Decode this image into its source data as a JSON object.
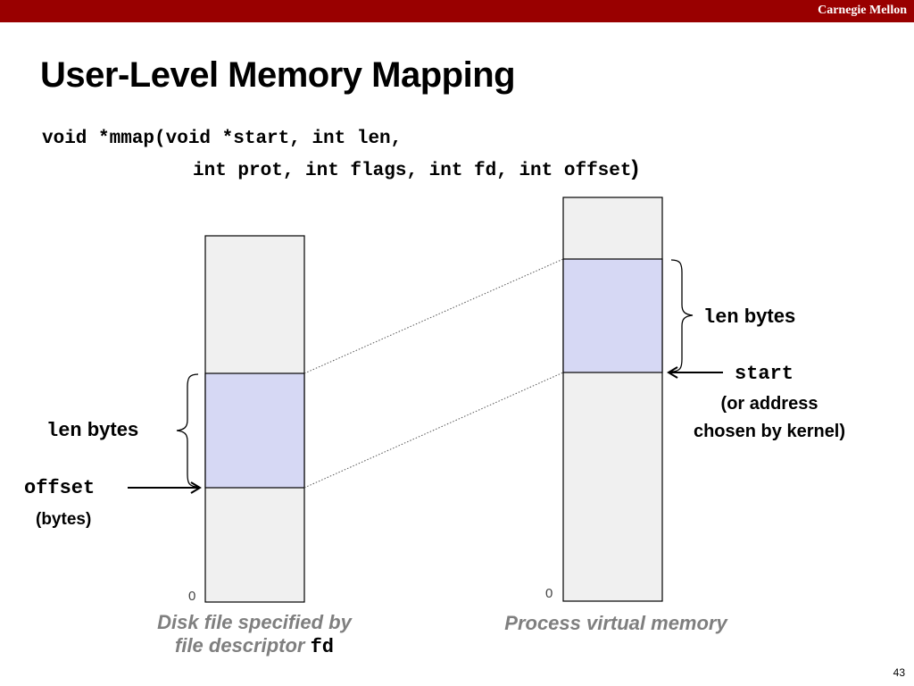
{
  "header": {
    "brand": "Carnegie Mellon"
  },
  "slide": {
    "title": "User-Level Memory Mapping",
    "signature_line1": "void *mmap(void *start, int len,",
    "signature_line2": "int prot, int flags, int fd, int offset",
    "signature_close": ")",
    "page_number": "43"
  },
  "disk": {
    "len_code": "len",
    "len_text": " bytes",
    "offset_code": "offset",
    "offset_note": "(bytes)",
    "zero_label": "0",
    "caption_line1": "Disk file specified by",
    "caption_line2_text": "file descriptor ",
    "caption_line2_code": "fd"
  },
  "vm": {
    "len_code": "len",
    "len_text": " bytes",
    "start_code": "start",
    "start_note_line1": "(or address",
    "start_note_line2": "chosen by kernel)",
    "zero_label": "0",
    "caption": "Process virtual memory"
  },
  "colors": {
    "header_bar": "#990000",
    "region_fill": "#d6d8f4",
    "column_fill": "#f0f0f0",
    "caption_gray": "#7f7f7f"
  }
}
